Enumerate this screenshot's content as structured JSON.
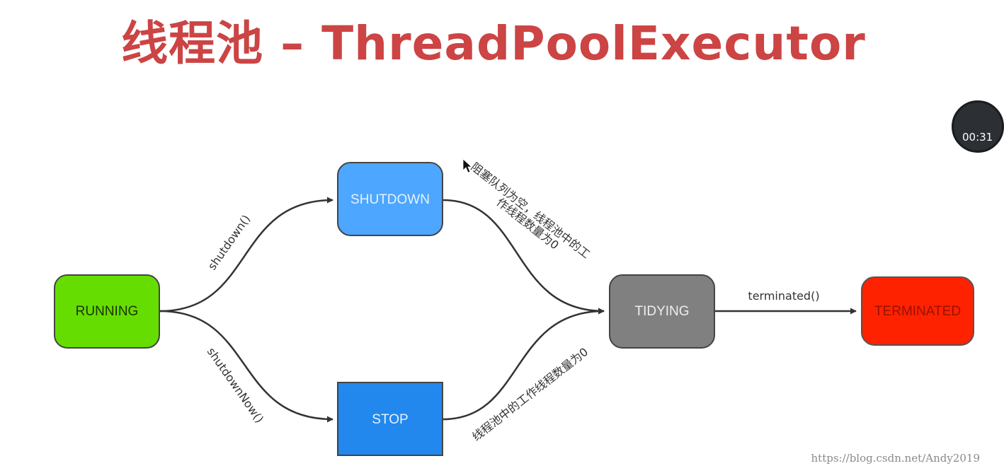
{
  "title": "线程池 – ThreadPoolExecutor",
  "nodes": {
    "running": {
      "label": "RUNNING",
      "color": "#66dd00",
      "text_color": "#1a3300"
    },
    "shutdown": {
      "label": "SHUTDOWN",
      "color": "#4da6ff",
      "text_color": "#e6f2ff"
    },
    "stop": {
      "label": "STOP",
      "color": "#2288ee",
      "text_color": "#e6f2ff"
    },
    "tidying": {
      "label": "TIDYING",
      "color": "#808080",
      "text_color": "#eeeeee"
    },
    "terminated": {
      "label": "TERMINATED",
      "color": "#ff2200",
      "text_color": "#991100"
    }
  },
  "edges": {
    "shutdown_call": "shutdown()",
    "shutdown_now_call": "shutdownNow()",
    "shutdown_to_tidying_line1": "阻塞队列为空，线程池中的工",
    "shutdown_to_tidying_line2": "作线程数量为0",
    "stop_to_tidying": "线程池中的工作线程数量为0",
    "terminated_call": "terminated()"
  },
  "timer": "00:31",
  "watermark": "https://blog.csdn.net/Andy2019"
}
